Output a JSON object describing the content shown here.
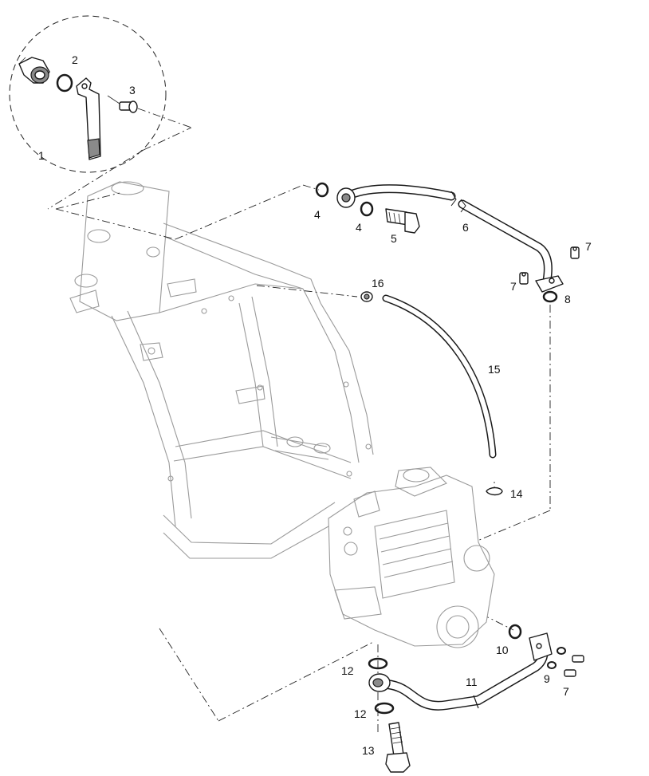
{
  "callouts": {
    "c1": "1",
    "c2": "2",
    "c3": "3",
    "c4a": "4",
    "c4b": "4",
    "c5": "5",
    "c6": "6",
    "c7a": "7",
    "c7b": "7",
    "c7c": "7",
    "c8": "8",
    "c9": "9",
    "c10": "10",
    "c11": "11",
    "c12a": "12",
    "c12b": "12",
    "c13": "13",
    "c14": "14",
    "c15": "15",
    "c16": "16"
  }
}
